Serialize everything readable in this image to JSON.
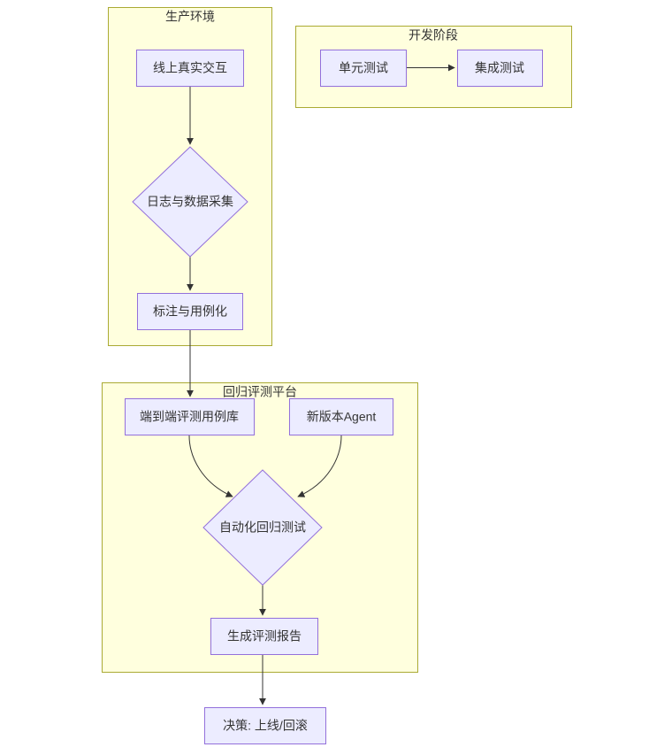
{
  "diagram": {
    "type": "flowchart",
    "direction": "top-down",
    "colors": {
      "cluster_fill": "#ffffde",
      "cluster_border": "#aaaa33",
      "node_fill": "#ececff",
      "node_border": "#9370db",
      "edge_color": "#333333",
      "text_color": "#333333",
      "background": "#ffffff"
    },
    "clusters": [
      {
        "id": "production",
        "label": "生产环境"
      },
      {
        "id": "development",
        "label": "开发阶段"
      },
      {
        "id": "regression",
        "label": "回归评测平台"
      }
    ],
    "nodes": [
      {
        "id": "online-interaction",
        "label": "线上真实交互",
        "shape": "rect",
        "cluster": "生产环境"
      },
      {
        "id": "log-collection",
        "label": "日志与数据采集",
        "shape": "diamond",
        "cluster": "生产环境"
      },
      {
        "id": "annotation",
        "label": "标注与用例化",
        "shape": "rect",
        "cluster": "生产环境"
      },
      {
        "id": "unit-test",
        "label": "单元测试",
        "shape": "rect",
        "cluster": "开发阶段"
      },
      {
        "id": "integration-test",
        "label": "集成测试",
        "shape": "rect",
        "cluster": "开发阶段"
      },
      {
        "id": "e2e-case-library",
        "label": "端到端评测用例库",
        "shape": "rect",
        "cluster": "回归评测平台"
      },
      {
        "id": "new-agent",
        "label": "新版本Agent",
        "shape": "rect",
        "cluster": "回归评测平台"
      },
      {
        "id": "auto-regression",
        "label": "自动化回归测试",
        "shape": "diamond",
        "cluster": "回归评测平台"
      },
      {
        "id": "report",
        "label": "生成评测报告",
        "shape": "rect",
        "cluster": "回归评测平台"
      },
      {
        "id": "decision",
        "label": "决策: 上线/回滚",
        "shape": "rect",
        "cluster": null
      }
    ],
    "edges": [
      {
        "from": "线上真实交互",
        "to": "日志与数据采集"
      },
      {
        "from": "日志与数据采集",
        "to": "标注与用例化"
      },
      {
        "from": "标注与用例化",
        "to": "端到端评测用例库"
      },
      {
        "from": "单元测试",
        "to": "集成测试"
      },
      {
        "from": "端到端评测用例库",
        "to": "自动化回归测试"
      },
      {
        "from": "新版本Agent",
        "to": "自动化回归测试"
      },
      {
        "from": "自动化回归测试",
        "to": "生成评测报告"
      },
      {
        "from": "生成评测报告",
        "to": "决策: 上线/回滚"
      }
    ]
  }
}
